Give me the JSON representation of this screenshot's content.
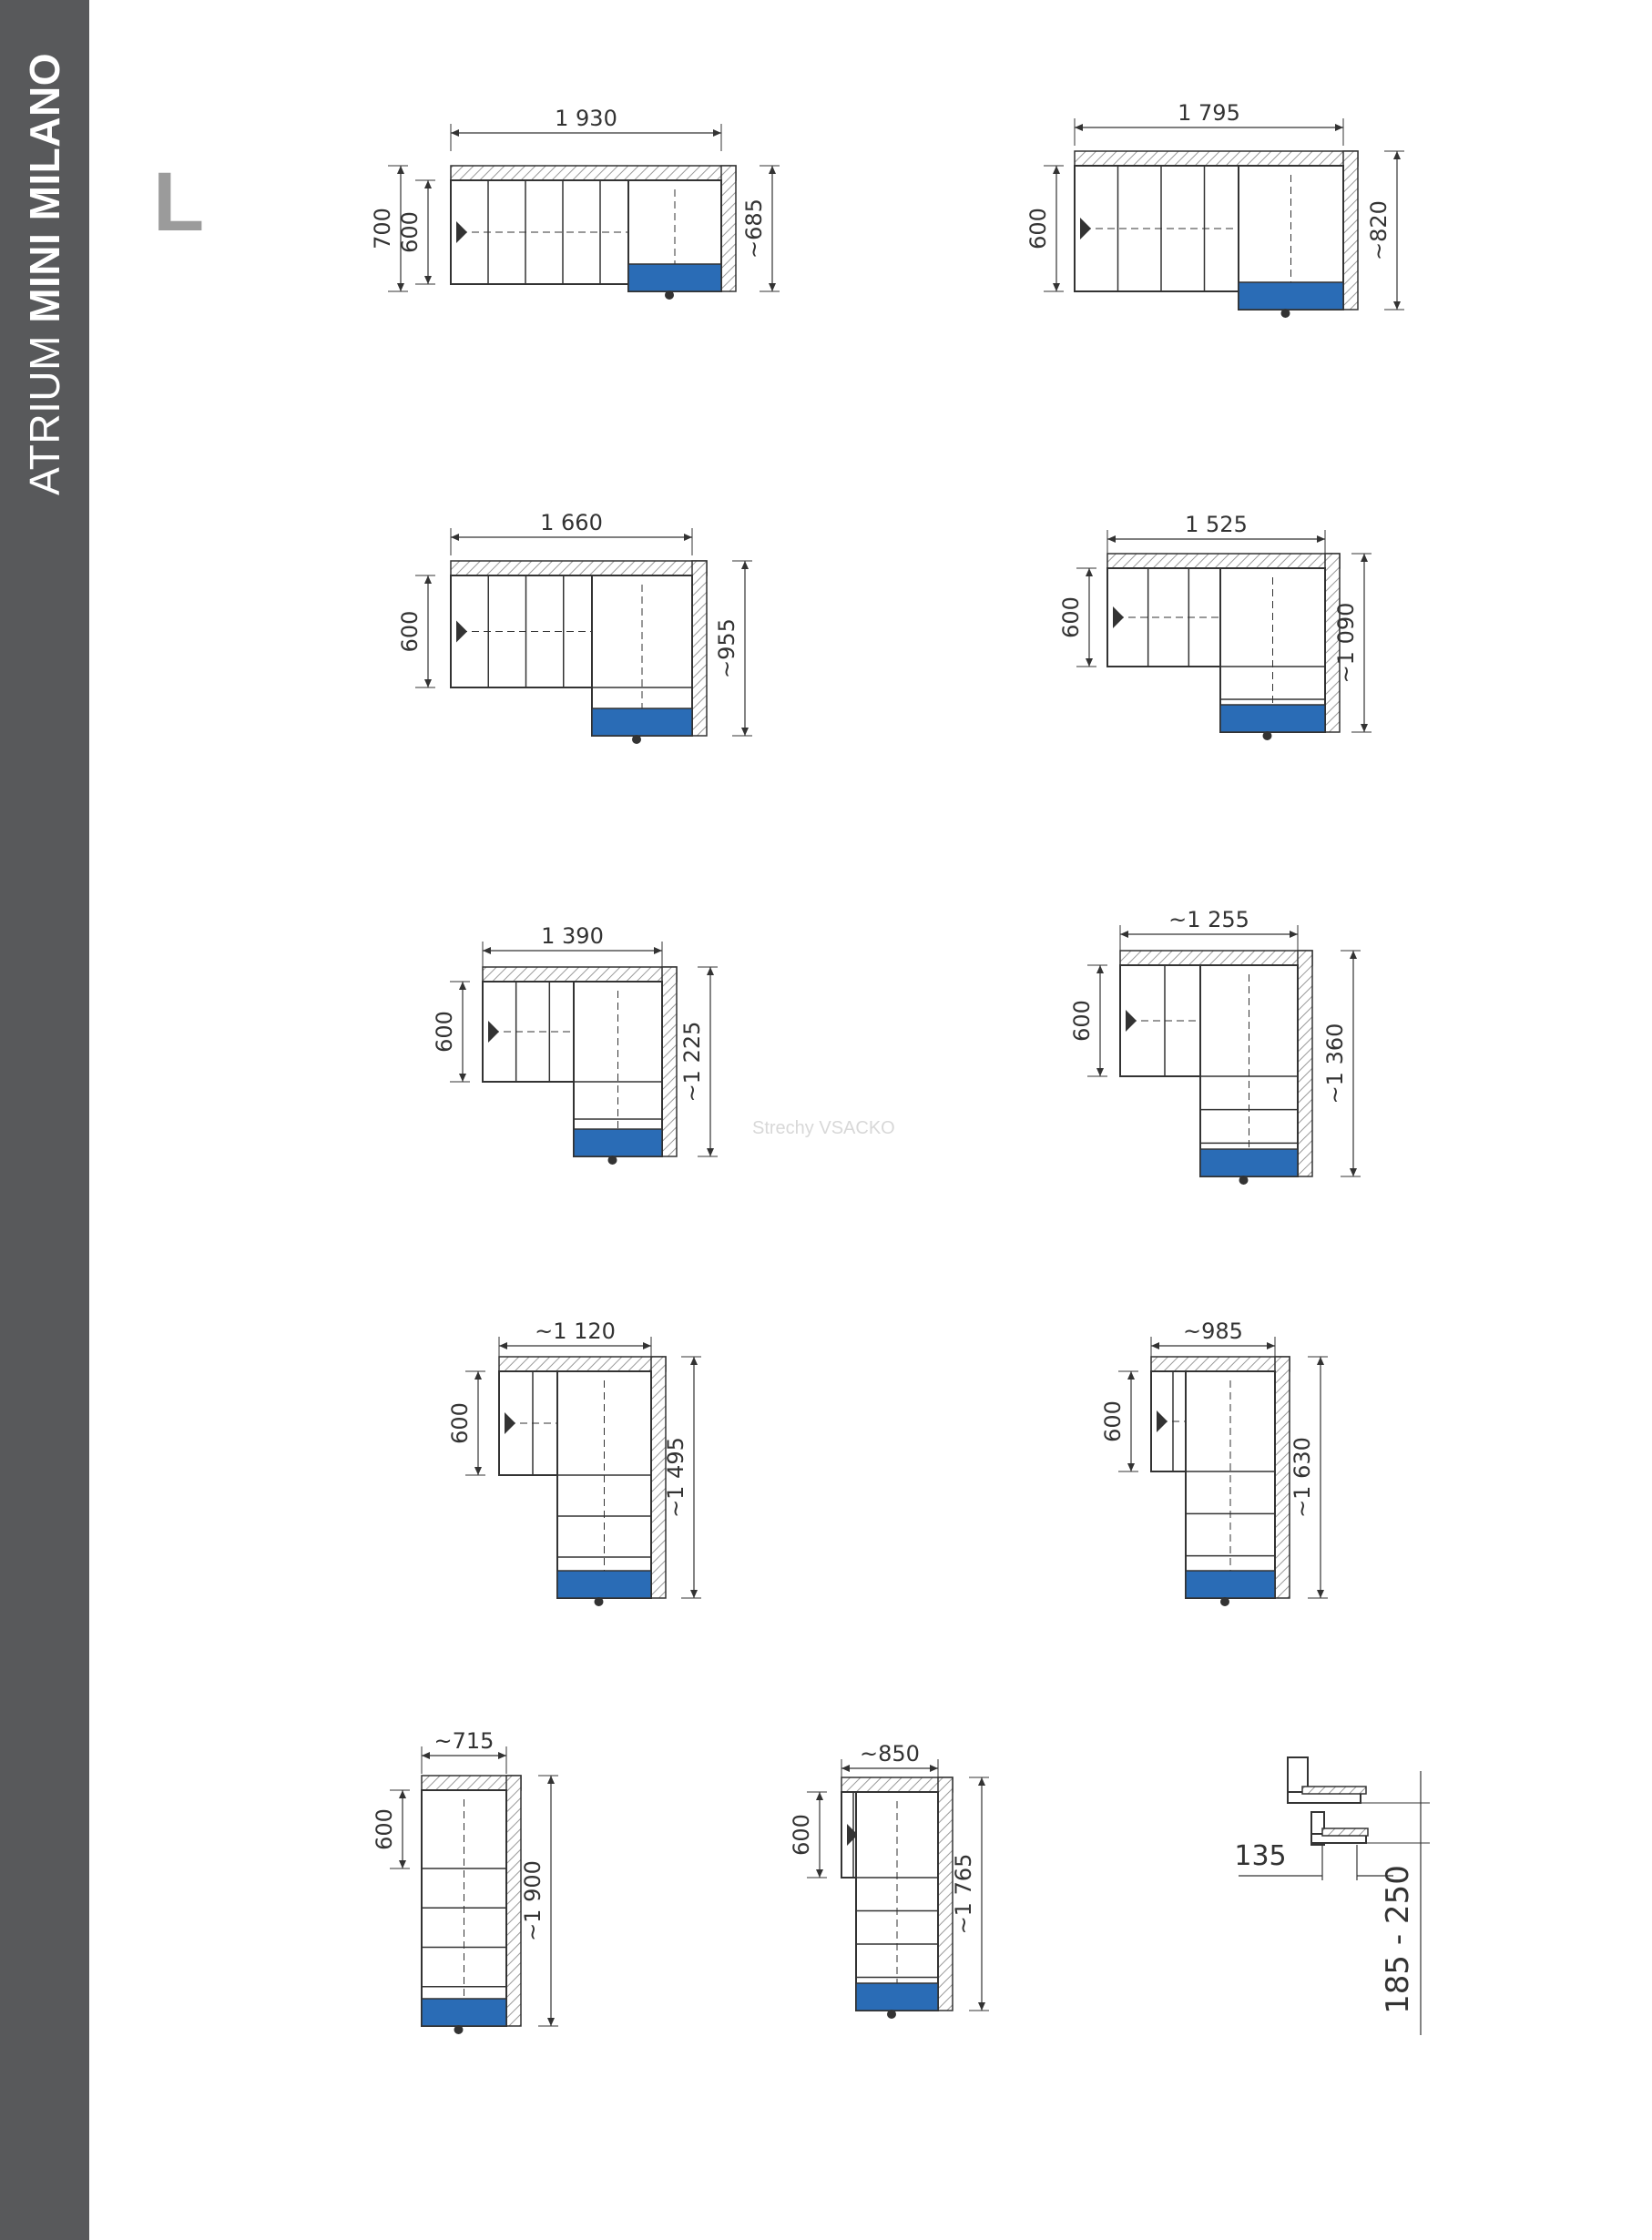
{
  "sidebar": {
    "title_light": "ATRIUM ",
    "title_bold": "MINI MILANO"
  },
  "type_letter": "L",
  "watermark": "Strechy VSACKO",
  "colors": {
    "sidebar": "#58595b",
    "landing_fill": "#2a6cb6",
    "wall_hatch": "#9a9a9a",
    "line": "#333333",
    "type_letter": "#9b9b9b"
  },
  "drawings": [
    {
      "width": "1 930",
      "depth": "600",
      "depth_total": "700",
      "height": "~685"
    },
    {
      "width": "1 795",
      "depth": "600",
      "height": "~820"
    },
    {
      "width": "1 660",
      "depth": "600",
      "height": "~955"
    },
    {
      "width": "1 525",
      "depth": "600",
      "height": "~1 090"
    },
    {
      "width": "1 390",
      "depth": "600",
      "height": "~1 225"
    },
    {
      "width": "~1 255",
      "depth": "600",
      "height": "~1 360"
    },
    {
      "width": "~1 120",
      "depth": "600",
      "height": "~1 495"
    },
    {
      "width": "~985",
      "depth": "600",
      "height": "~1 630"
    },
    {
      "width": "~715",
      "depth": "600",
      "height": "~1 900"
    },
    {
      "width": "~850",
      "depth": "600",
      "height": "~1 765"
    }
  ],
  "detail": {
    "offset": "135",
    "range": "185 - 250"
  }
}
